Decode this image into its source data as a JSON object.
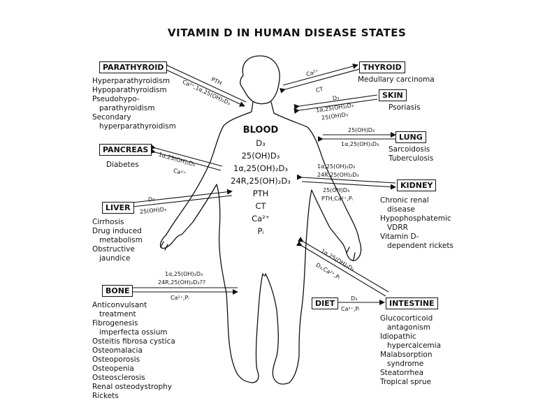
{
  "title": "VITAMIN D IN HUMAN DISEASE STATES",
  "blood": {
    "heading": "BLOOD",
    "items": [
      "D₃",
      "25(OH)D₃",
      "1α,25(OH)₂D₃",
      "24R,25(OH)₂D₃",
      "PTH",
      "CT",
      "Ca²⁺",
      "Pᵢ"
    ]
  },
  "organs": {
    "parathyroid": {
      "label": "PARATHYROID",
      "diseases": [
        "Hyperparathyroidism",
        "Hypoparathyroidism",
        "Pseudohypo-",
        "parathyroidism",
        "Secondary",
        "hyperparathyroidism"
      ],
      "arrow_labels": [
        "PTH",
        "Ca²⁺,1α,25(OH)₂D₃"
      ]
    },
    "thyroid": {
      "label": "THYROID",
      "diseases": [
        "Medullary carcinoma"
      ],
      "arrow_labels": [
        "Ca²⁺",
        "CT"
      ]
    },
    "skin": {
      "label": "SKIN",
      "diseases": [
        "Psoriasis"
      ],
      "arrow_labels": [
        "D₃",
        "1α,25(OH)₂D₃",
        "25(OH)D₃"
      ]
    },
    "lung": {
      "label": "LUNG",
      "diseases": [
        "Sarcoidosis",
        "Tuberculosis"
      ],
      "arrow_labels": [
        "25(OH)D₃",
        "1α,25(OH)₂D₃"
      ]
    },
    "pancreas": {
      "label": "PANCREAS",
      "diseases": [
        "Diabetes"
      ],
      "arrow_labels": [
        "1α,25(OH)₂D₃",
        "Ca²⁺"
      ]
    },
    "kidney": {
      "label": "KIDNEY",
      "diseases": [
        "Chronic renal",
        "disease",
        "Hypophosphatemic",
        "VDRR",
        "Vitamin D-",
        "dependent rickets"
      ],
      "arrow_labels": [
        "1α,25(OH)₂D₃",
        "24R,25(OH)₂D₃",
        "25(OH)D₃",
        "PTH,Ca²⁺,Pᵢ"
      ]
    },
    "liver": {
      "label": "LIVER",
      "diseases": [
        "Cirrhosis",
        "Drug induced",
        "metabolism",
        "Obstructive",
        "jaundice"
      ],
      "arrow_labels": [
        "D₃",
        "25(OH)D₃"
      ]
    },
    "intestine": {
      "label": "INTESTINE",
      "diseases": [
        "Glucocorticoid",
        "antagonism",
        "Idiopathic",
        "hypercalcemia",
        "Malabsorption",
        "syndrome",
        "Steatorrhea",
        "Tropical sprue"
      ],
      "arrow_labels": [
        "1α,25(OH)₂D₃",
        "D₃,Ca²⁺,Pᵢ"
      ]
    },
    "diet": {
      "label": "DIET",
      "arrow_labels": [
        "D₃",
        "Ca²⁺,Pᵢ"
      ]
    },
    "bone": {
      "label": "BONE",
      "diseases": [
        "Anticonvulsant",
        "treatment",
        "Fibrogenesis",
        "imperfecta ossium",
        "Osteitis fibrosa cystica",
        "Osteomalacia",
        "Osteoporosis",
        "Osteopenia",
        "Osteosclerosis",
        "Renal osteodystrophy",
        "Rickets"
      ],
      "arrow_labels": [
        "1α,25(OH)₂D₃",
        "24R,25(OH)₂D₃??",
        "Ca²⁺,Pᵢ"
      ]
    }
  }
}
